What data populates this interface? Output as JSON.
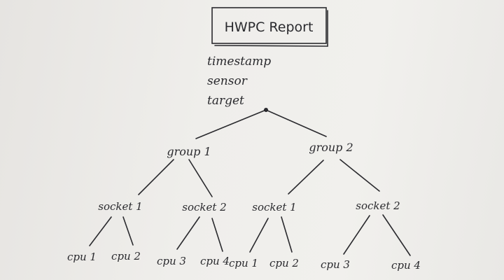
{
  "title": "HWPC Report",
  "fields": [
    "timestamp",
    "sensor",
    "target"
  ],
  "groups": [
    {
      "label": "group 1",
      "sockets": [
        {
          "label": "socket 1",
          "cpus": [
            "cpu 1",
            "cpu 2"
          ]
        },
        {
          "label": "socket 2",
          "cpus": [
            "cpu 3",
            "cpu 4"
          ]
        }
      ]
    },
    {
      "label": "group 2",
      "sockets": [
        {
          "label": "socket 1",
          "cpus": [
            "cpu 1",
            "cpu 2"
          ]
        },
        {
          "label": "socket 2",
          "cpus": [
            "cpu 3",
            "cpu 4"
          ]
        }
      ]
    }
  ],
  "colors": {
    "ink": "#2a2a2e",
    "paper": "#efeeeb"
  }
}
